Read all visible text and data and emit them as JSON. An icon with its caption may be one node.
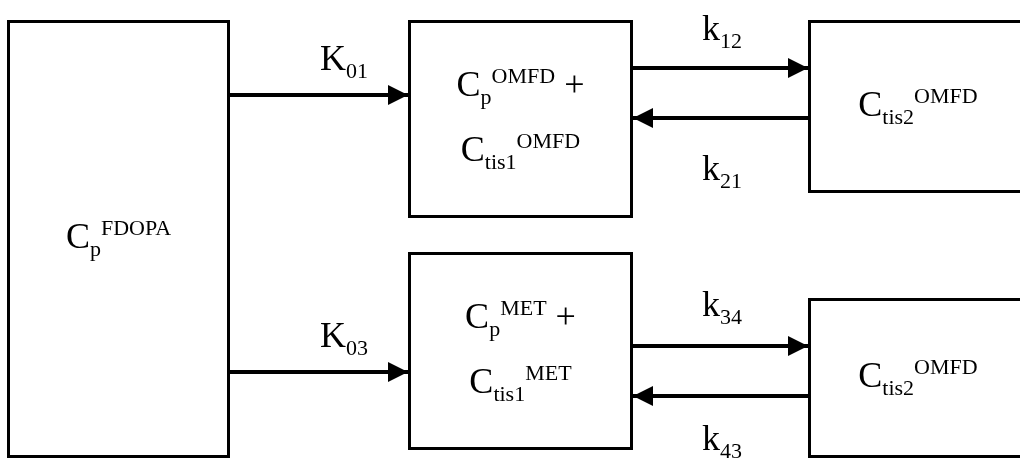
{
  "diagram": {
    "nodes": [
      {
        "text": [
          "C$_{p}$$^{FDOPA}$"
        ]
      },
      {
        "text": [
          "C$_{p}$$^{OMFD}$ + C$_{tis1}$$^{OMFD}$"
        ]
      },
      {
        "text": [
          "C$_{tis2}$$^{OMFD}$"
        ]
      },
      {
        "text": [
          "C$_{p}$$^{MET}$ + C$_{tis1}$$^{MET}$"
        ]
      },
      {
        "text": [
          "C$_{tis2}$$^{OMFD}$"
        ]
      }
    ],
    "edges": [
      {
        "from": 0,
        "to": 1,
        "arrow": "to",
        "label": "K$_{01}$"
      },
      {
        "from": 1,
        "to": 2,
        "arrow": "to",
        "label": "k$_{12}$"
      },
      {
        "from": 2,
        "to": 1,
        "arrow": "to",
        "label": "k$_{21}$"
      },
      {
        "from": 0,
        "to": 3,
        "arrow": "to",
        "label": "K$_{03}$"
      },
      {
        "from": 3,
        "to": 4,
        "arrow": "to",
        "label": "k$_{34}$"
      },
      {
        "from": 4,
        "to": 3,
        "arrow": "to",
        "label": "k$_{43}$"
      }
    ]
  }
}
